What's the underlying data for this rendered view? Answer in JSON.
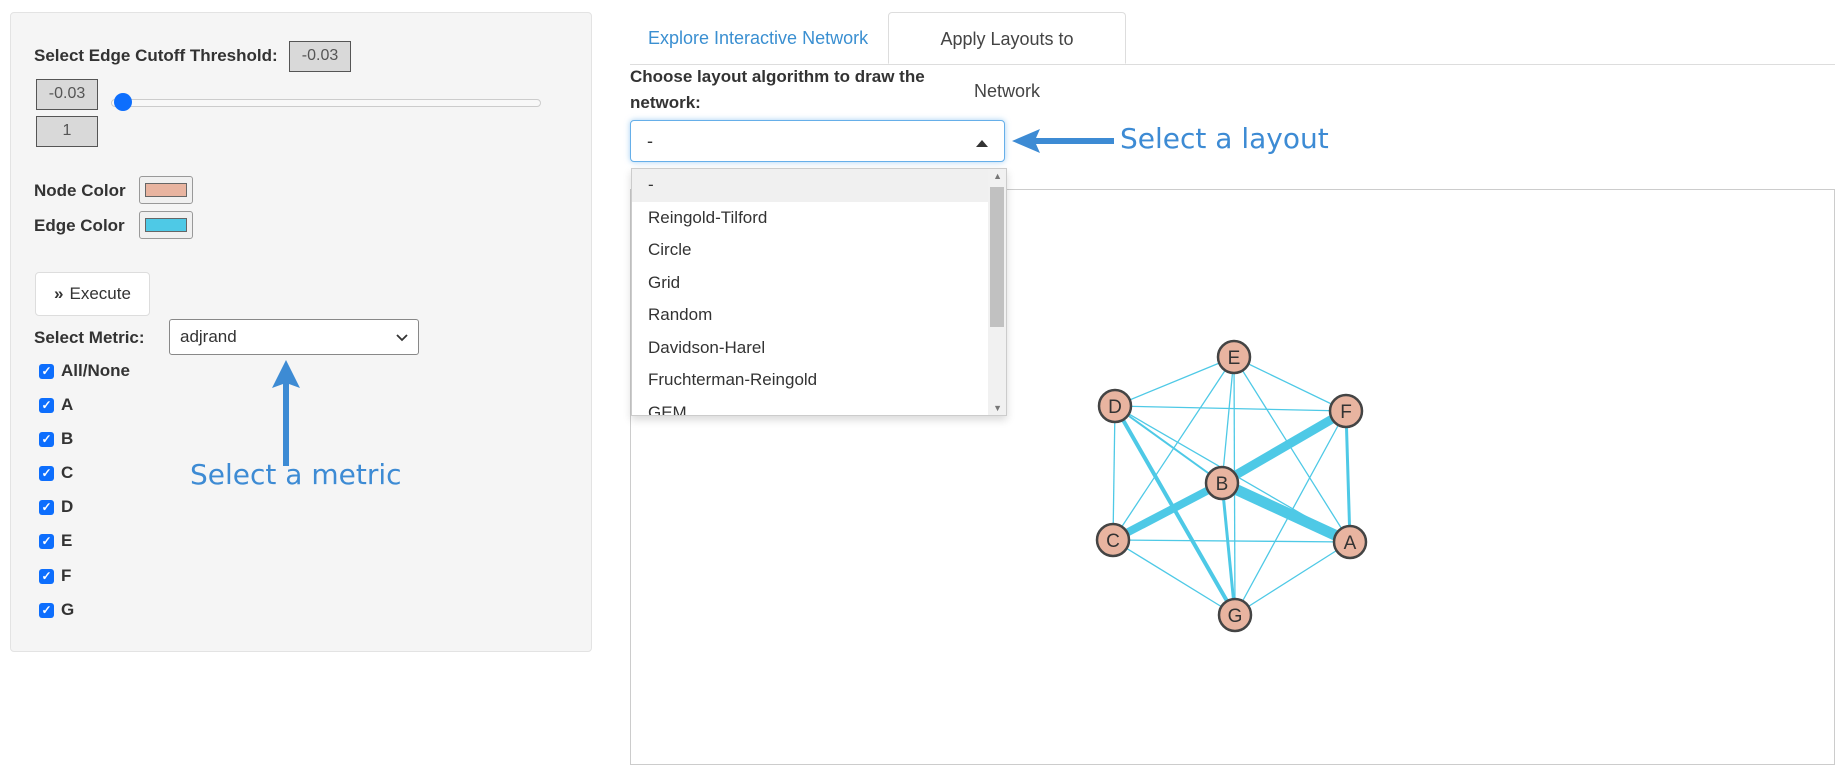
{
  "sidebar": {
    "cutoff_label": "Select Edge Cutoff Threshold:",
    "cutoff_value": "-0.03",
    "slider_min_label": "-0.03",
    "slider_max_label": "1",
    "slider_position": 0,
    "node_color_label": "Node Color",
    "node_color": "#e8b4a0",
    "edge_color_label": "Edge Color",
    "edge_color": "#4ec9e6",
    "execute_label": "Execute",
    "metric_label": "Select Metric:",
    "metric_value": "adjrand",
    "checkboxes": [
      {
        "label": "All/None",
        "checked": true
      },
      {
        "label": "A",
        "checked": true
      },
      {
        "label": "B",
        "checked": true
      },
      {
        "label": "C",
        "checked": true
      },
      {
        "label": "D",
        "checked": true
      },
      {
        "label": "E",
        "checked": true
      },
      {
        "label": "F",
        "checked": true
      },
      {
        "label": "G",
        "checked": true
      }
    ]
  },
  "annotations": {
    "metric": "Select a metric",
    "layout": "Select a layout"
  },
  "tabs": [
    {
      "label": "Explore Interactive Network",
      "active": false
    },
    {
      "label": "Apply Layouts to Network",
      "active": true
    }
  ],
  "layout": {
    "label": "Choose layout algorithm to draw the network:",
    "selected": "-",
    "options": [
      "-",
      "Reingold-Tilford",
      "Circle",
      "Grid",
      "Random",
      "Davidson-Harel",
      "Fruchterman-Reingold",
      "GEM"
    ]
  },
  "network": {
    "nodes": [
      "A",
      "B",
      "C",
      "D",
      "E",
      "F",
      "G"
    ],
    "node_fill": "#e8b4a0",
    "node_stroke": "#444444",
    "edge_color": "#4ec9e6"
  }
}
